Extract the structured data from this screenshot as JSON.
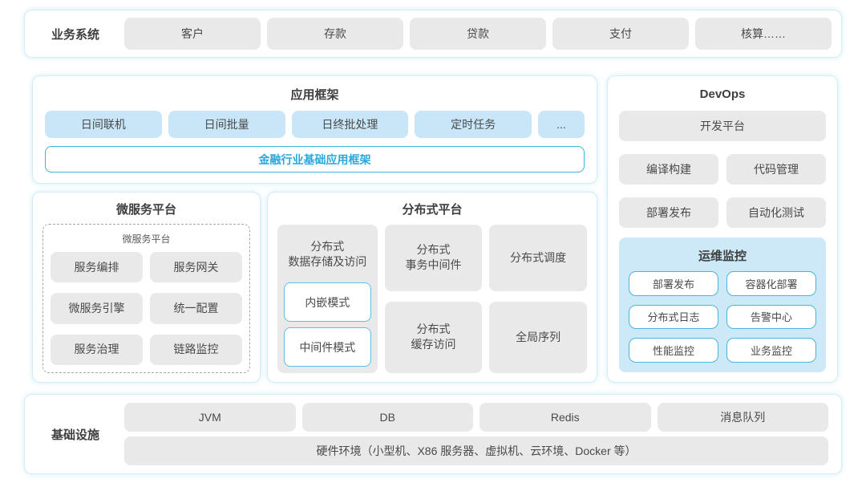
{
  "business_systems": {
    "label": "业务系统",
    "items": [
      "客户",
      "存款",
      "贷款",
      "支付",
      "核算……"
    ]
  },
  "app_framework": {
    "title": "应用框架",
    "items": [
      "日间联机",
      "日间批量",
      "日终批处理",
      "定时任务",
      "..."
    ],
    "base_bar": "金融行业基础应用框架"
  },
  "microservice_platform": {
    "title": "微服务平台",
    "inner_title": "微服务平台",
    "items": [
      "服务编排",
      "服务网关",
      "微服务引擎",
      "统一配置",
      "服务治理",
      "链路监控"
    ]
  },
  "distributed_platform": {
    "title": "分布式平台",
    "storage": {
      "title": "分布式\n数据存储及访问",
      "modes": [
        "内嵌模式",
        "中间件模式"
      ]
    },
    "cells": [
      "分布式\n事务中间件",
      "分布式调度",
      "分布式\n缓存访问",
      "全局序列"
    ]
  },
  "devops": {
    "title": "DevOps",
    "dev_platform": "开发平台",
    "items": [
      "编译构建",
      "代码管理",
      "部署发布",
      "自动化测试"
    ],
    "ops_monitoring": {
      "title": "运维监控",
      "items": [
        "部署发布",
        "容器化部署",
        "分布式日志",
        "告警中心",
        "性能监控",
        "业务监控"
      ]
    }
  },
  "infrastructure": {
    "label": "基础设施",
    "items": [
      "JVM",
      "DB",
      "Redis",
      "消息队列"
    ],
    "hardware": "硬件环境（小型机、X86 服务器、虚拟机、云环境、Docker 等）"
  },
  "colors": {
    "accent-blue": "#2aa8dc",
    "panel-border": "#d4ecf4",
    "box-gray": "#e9e9e9",
    "box-blue": "#c8e6f7",
    "ops-bg": "#cde9f8",
    "chip-border": "#49b5de",
    "text-dark": "#4a4a4a"
  }
}
